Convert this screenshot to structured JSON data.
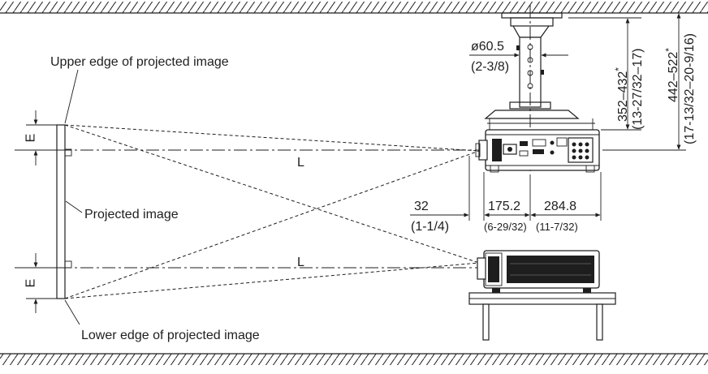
{
  "labels": {
    "upper_edge": "Upper edge of projected image",
    "projected_image": "Projected image",
    "lower_edge": "Lower edge of projected image",
    "offset_top": "E",
    "offset_bottom": "E",
    "distance_top": "L",
    "distance_bottom": "L"
  },
  "dimensions": {
    "pipe_diameter": "ø60.5",
    "pipe_diameter_in": "(2-3/8)",
    "hang_short": "352–432",
    "hang_short_star": "*",
    "hang_short_in": "(13-27/32–17)",
    "hang_long": "442–522",
    "hang_long_star": "*",
    "hang_long_in": "(17-13/32–20-9/16)",
    "lens_offset": "32",
    "lens_offset_in": "(1-1/4)",
    "front_to_mount": "175.2",
    "front_to_mount_in": "(6-29/32)",
    "mount_to_rear": "284.8",
    "mount_to_rear_in": "(11-7/32)"
  }
}
